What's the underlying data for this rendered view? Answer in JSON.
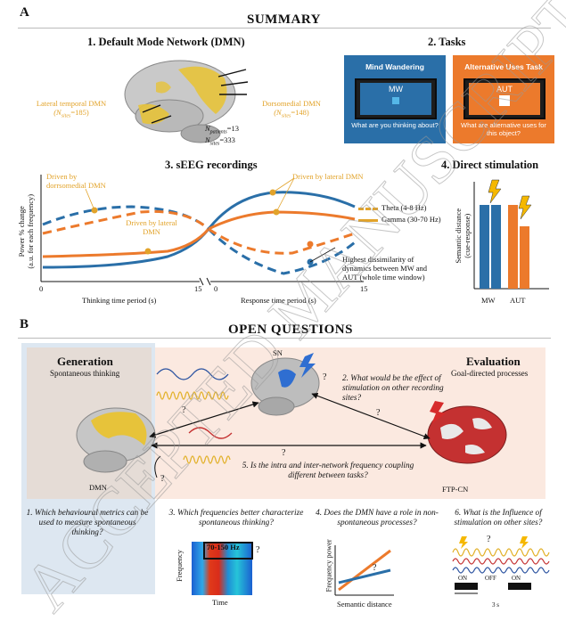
{
  "section_a": {
    "letter": "A",
    "title": "SUMMARY",
    "dmn": {
      "title": "1. Default Mode Network (DMN)",
      "lateral_label": "Lateral temporal DMN",
      "lateral_n": "(N",
      "lateral_n_sub": "sites",
      "lateral_n_val": "=185)",
      "dorso_label": "Dorsomedial DMN",
      "dorso_n": "(N",
      "dorso_n_sub": "sites",
      "dorso_n_val": "=148)",
      "patients_n": "N",
      "patients_sub": "patients",
      "patients_val": "=13",
      "sites_n": "N",
      "sites_sub": "sites",
      "sites_val": "=333"
    },
    "tasks": {
      "title": "2. Tasks",
      "mw_header": "Mind Wandering",
      "mw_code": "MW",
      "mw_question": "What are you thinking about?",
      "aut_header": "Alternative Uses Task",
      "aut_code": "AUT",
      "aut_question": "What are alternative uses for this object?",
      "mw_color": "#2a6fa8",
      "aut_color": "#ec7a2c"
    },
    "seeg": {
      "title": "3. sEEG recordings",
      "ylabel": "Power % change",
      "ylabel2": "(a.u. for each frequency)",
      "xlabel_left": "Thinking time period (s)",
      "xlabel_right": "Response time period (s)",
      "tick_0": "0",
      "tick_15": "15",
      "tick_0b": "0",
      "tick_15b": "15",
      "ann_dorso": "Driven by dorrsomedial DMN",
      "ann_lateral": "Driven by lateral DMN",
      "ann_lateral2": "Driven by lateral DMN",
      "ann_highest": "Highest dissimilarity of dynamics between MW and AUT (whole time window)",
      "legend_theta": "Theta (4-8 Hz)",
      "legend_gamma": "Gamma (30-70 Hz)"
    },
    "stim": {
      "title": "4. Direct stimulation",
      "ylabel": "Semantic distance",
      "ylabel2": "(cue-response)",
      "cat_mw": "MW",
      "cat_aut": "AUT"
    }
  },
  "section_b": {
    "letter": "B",
    "title": "OPEN QUESTIONS",
    "generation_title": "Generation",
    "generation_sub": "Spontaneous thinking",
    "evaluation_title": "Evaluation",
    "evaluation_sub": "Goal-directed processes",
    "sn_label": "SN",
    "dmn_label": "DMN",
    "ftp_label": "FTP-CN",
    "qmark": "?",
    "q1": "1. Which behavioural metrics can be used to measure spontaneous thinking?",
    "q2": "2. What would be the effect of stimulation on other recording sites?",
    "q3": "3. Which frequencies better characterize spontaneous thinking?",
    "q4": "4. Does the DMN have a role in non-spontaneous processes?",
    "q5": "5. Is the intra and inter-network frequency coupling different between tasks?",
    "q6": "6. What is the Influence of stimulation on other sites?",
    "freq_box": "70-150 Hz",
    "freq_ylabel": "Frequency",
    "freq_xlabel": "Time",
    "q4_ylabel": "Frequency power",
    "q4_xlabel": "Semantic distance",
    "q6_on": "ON",
    "q6_off": "OFF",
    "q6_on2": "ON",
    "q6_time": "3 s"
  },
  "watermark": "ACCEPTED MANUSCRIPT"
}
